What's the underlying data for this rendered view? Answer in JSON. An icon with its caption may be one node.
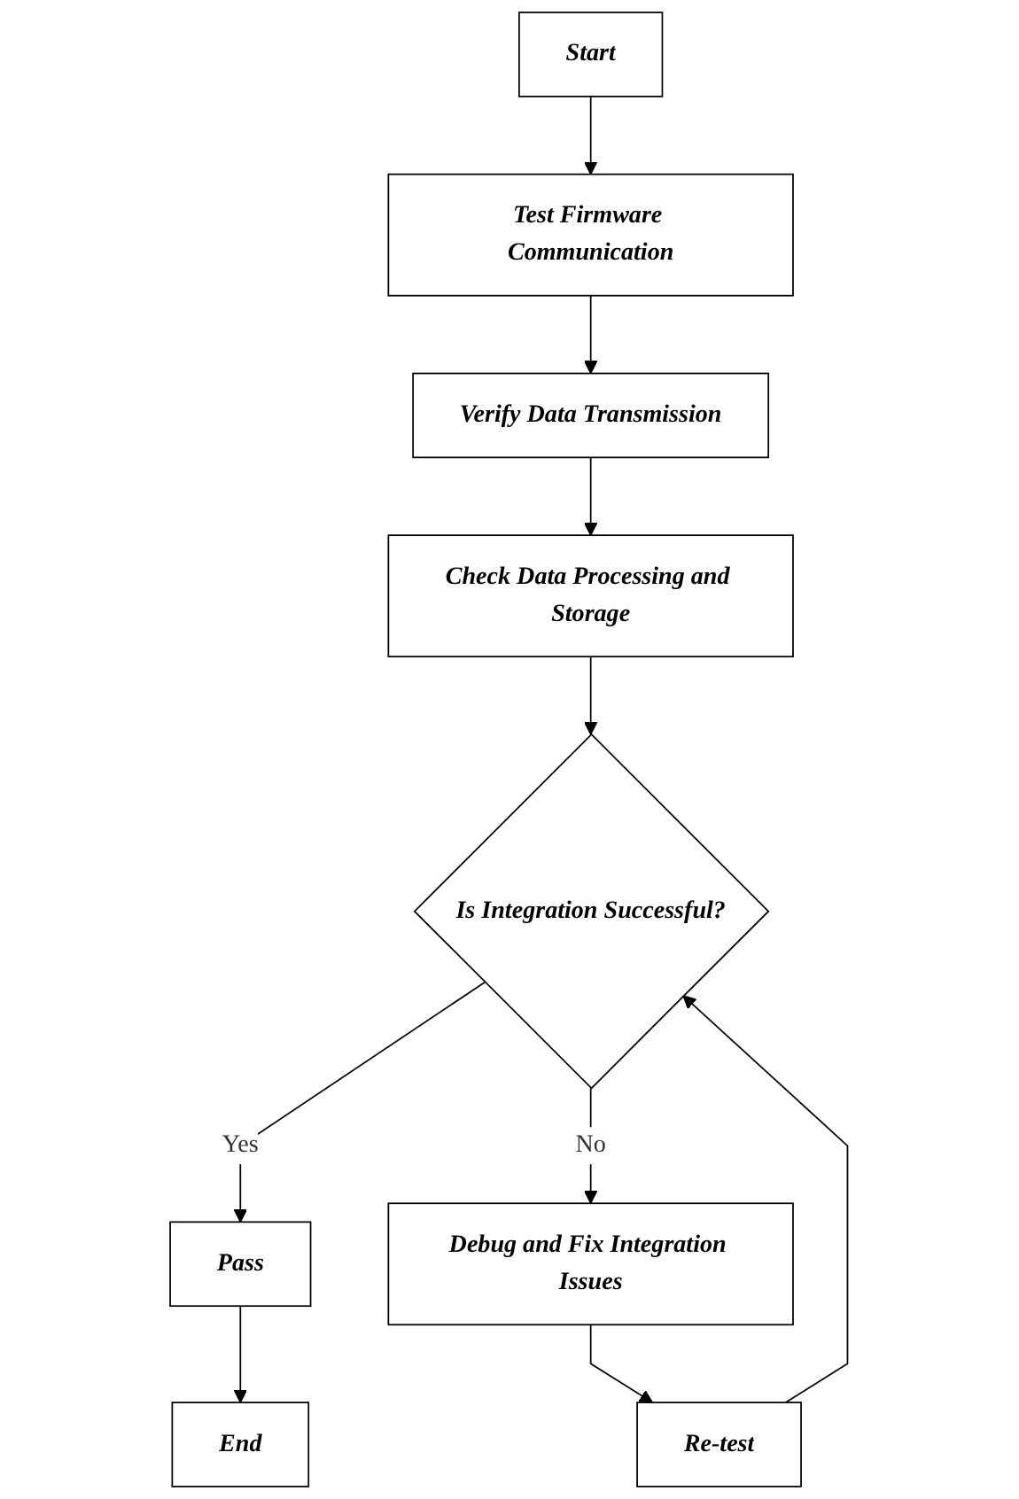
{
  "diagram": {
    "nodes": [
      {
        "text": [
          "Start"
        ]
      },
      {
        "text": [
          "Test Firmware Communication"
        ]
      },
      {
        "text": [
          "Verify Data Transmission"
        ]
      },
      {
        "text": [
          "Check Data Processing and Storage"
        ]
      },
      {
        "text": [
          "Is Integration Successful?"
        ]
      },
      {
        "text": [
          "Pass"
        ]
      },
      {
        "text": [
          "End"
        ]
      },
      {
        "text": [
          "Debug and Fix Integration Issues"
        ]
      },
      {
        "text": [
          "Re-test"
        ]
      }
    ],
    "edges": [
      {
        "from": 0,
        "to": 1,
        "arrow": "to"
      },
      {
        "from": 1,
        "to": 2,
        "arrow": "to"
      },
      {
        "from": 2,
        "to": 3,
        "arrow": "to"
      },
      {
        "from": 3,
        "to": 4,
        "arrow": "to"
      },
      {
        "from": 4,
        "to": 5,
        "arrow": "to",
        "label": "Yes"
      },
      {
        "from": 5,
        "to": 6,
        "arrow": "to"
      },
      {
        "from": 4,
        "to": 7,
        "arrow": "to",
        "label": "No"
      },
      {
        "from": 7,
        "to": 8,
        "arrow": "to"
      },
      {
        "from": 8,
        "to": 4,
        "arrow": "to"
      }
    ]
  }
}
